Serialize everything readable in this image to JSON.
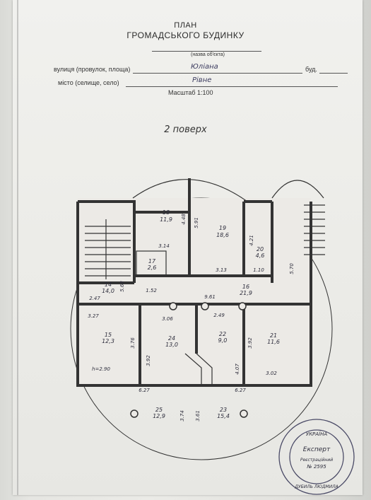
{
  "header": {
    "title_line1": "ПЛАН",
    "title_line2": "ГРОМАДСЬКОГО БУДИНКУ",
    "subtitle_note": "(назва об'єкта)",
    "street_label": "вулиця (провулок, площа)",
    "street_value": "Юліана",
    "building_label": "буд.",
    "city_label": "місто (селище, село)",
    "city_value": "Рівне",
    "scale": "Масштаб 1:100"
  },
  "floor_title": "2 поверх",
  "rooms": [
    {
      "number": "18",
      "area": "11,9"
    },
    {
      "number": "19",
      "area": "18,6"
    },
    {
      "number": "20",
      "area": "4,6"
    },
    {
      "number": "17",
      "area": "2,6"
    },
    {
      "number": "14",
      "area": "14,0"
    },
    {
      "number": "16",
      "area": "21,9"
    },
    {
      "number": "15",
      "area": "12,3"
    },
    {
      "number": "24",
      "area": "13,0"
    },
    {
      "number": "22",
      "area": "9,0"
    },
    {
      "number": "21",
      "area": "11,6"
    },
    {
      "number": "25",
      "area": "12,9"
    },
    {
      "number": "23",
      "area": "15,4"
    }
  ],
  "dimensions": {
    "d_448": "4.48",
    "d_591": "5.91",
    "d_314": "3.14",
    "d_313": "3.13",
    "d_421": "4.21",
    "d_110": "1.10",
    "d_570": "5.70",
    "d_247": "2.47",
    "d_568": "5.68",
    "d_152": "1.52",
    "d_961": "9.61",
    "d_327": "3.27",
    "d_306": "3.06",
    "d_249": "2.49",
    "d_376": "3.76",
    "d_392a": "3.92",
    "d_392b": "3.92",
    "d_407": "4.07",
    "d_290": "h=2.90",
    "d_302": "3.02",
    "d_627a": "6.27",
    "d_627b": "6.27",
    "d_374": "3.74",
    "d_361": "3.61"
  },
  "stamp": {
    "ring_text": "УКРАЇНА",
    "role": "Експерт",
    "reg_label": "Реєстраційний",
    "reg_no": "№ 2595",
    "name": "ДУБИЛЬ ЛЮДМИЛА"
  }
}
